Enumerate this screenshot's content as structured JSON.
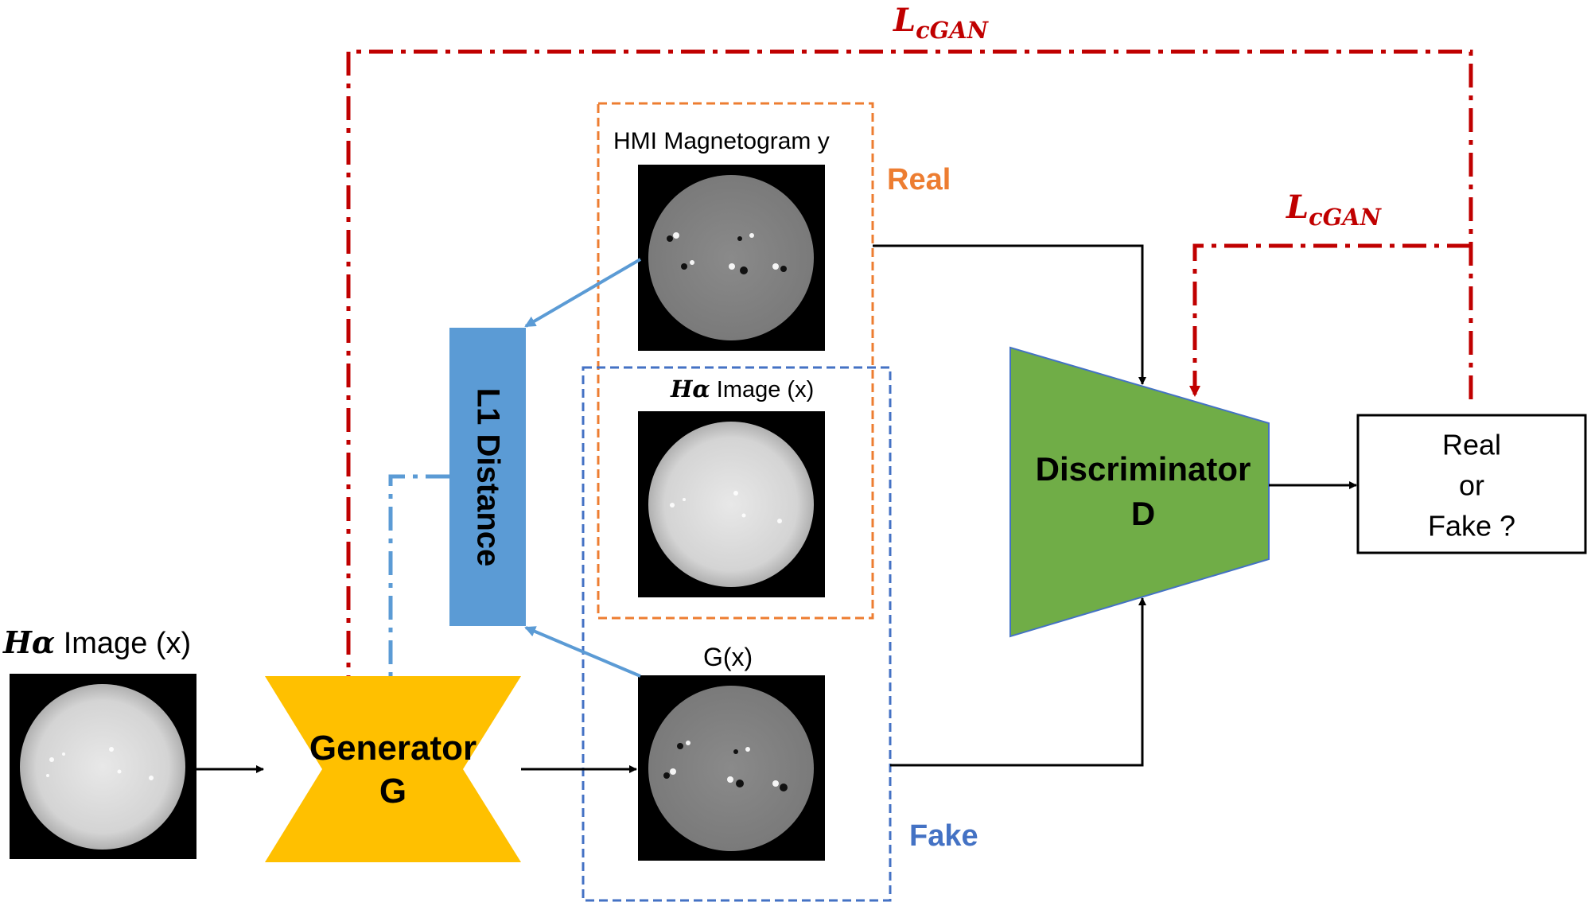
{
  "loss": {
    "top_main": "L",
    "top_sub": "cGAN",
    "right_main": "L",
    "right_sub": "cGAN"
  },
  "labels": {
    "real": "Real",
    "fake": "Fake",
    "hmi_title": "HMI Magnetogram y",
    "ha_mid_symbol": "Hα",
    "ha_mid_text": " Image (x)",
    "ha_left_symbol": "Hα",
    "ha_left_text": " Image (x)",
    "gx_title": "G(x)"
  },
  "blocks": {
    "l1": "L1 Distance",
    "generator_line1": "Generator",
    "generator_line2": "G",
    "discriminator_line1": "Discriminator",
    "discriminator_line2": "D",
    "output_line1": "Real",
    "output_line2": "or",
    "output_line3": "Fake ?"
  },
  "colors": {
    "loss_red": "#c00000",
    "real_orange": "#ed7d31",
    "fake_blue": "#4472c4",
    "l1_blue": "#5b9bd5",
    "generator_yellow": "#ffc000",
    "discriminator_green": "#70ad47"
  }
}
